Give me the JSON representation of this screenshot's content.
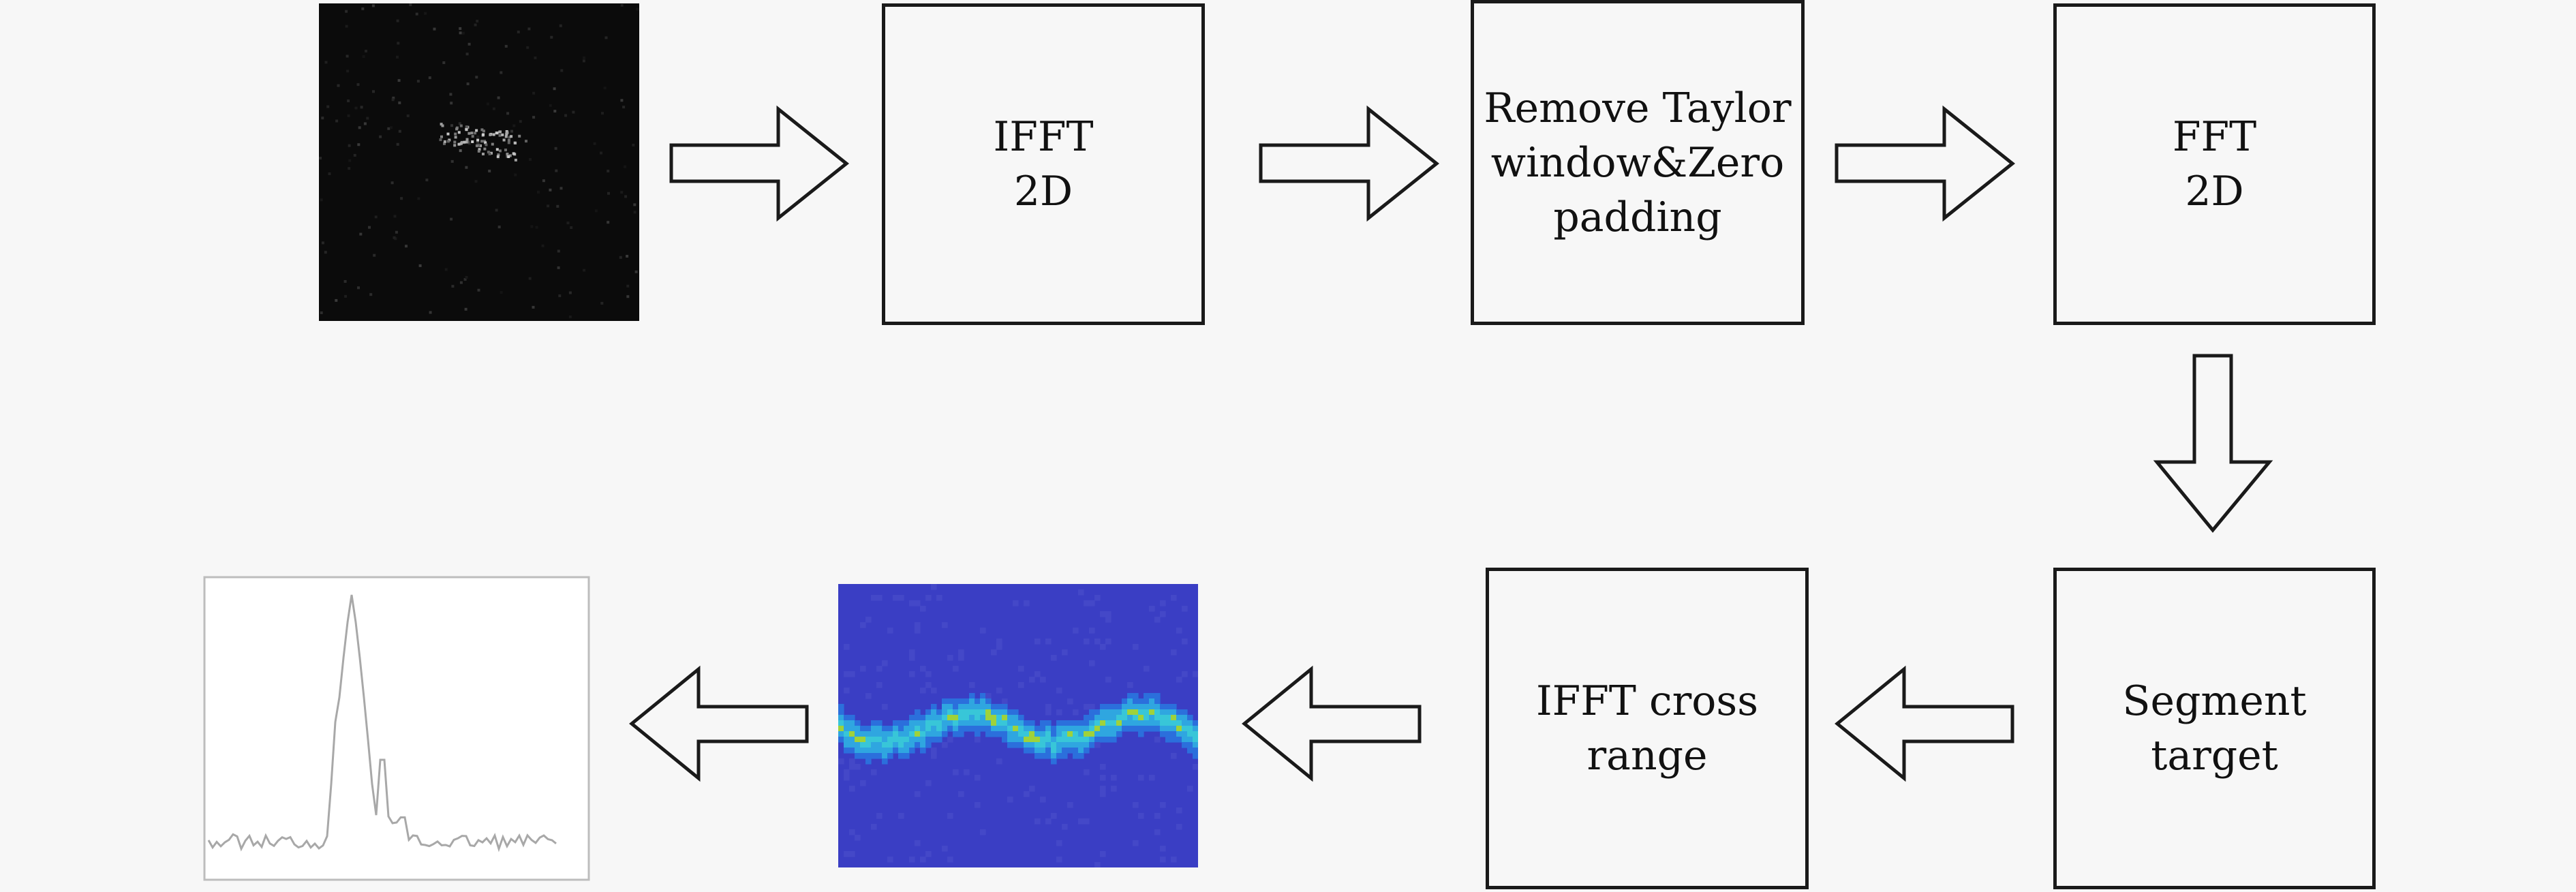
{
  "boxes": {
    "ifft2d": {
      "lines": [
        "IFFT",
        "2D"
      ]
    },
    "remove": {
      "lines": [
        "Remove Taylor",
        "window&Zero",
        "padding"
      ]
    },
    "fft2d": {
      "lines": [
        "FFT",
        "2D"
      ]
    },
    "segment": {
      "lines": [
        "Segment",
        "target"
      ]
    },
    "ifftcross": {
      "lines": [
        "IFFT cross",
        "range"
      ]
    }
  },
  "images": {
    "sar_input": "radar-image-icon",
    "range_doppler": "heatmap-image-icon",
    "range_profile": "line-plot-icon"
  },
  "colors": {
    "stroke": "#1a1a1a",
    "background": "#f7f7f7",
    "heatmap_base": "#3a3ec4",
    "heatmap_band": "#2fa6e0"
  }
}
